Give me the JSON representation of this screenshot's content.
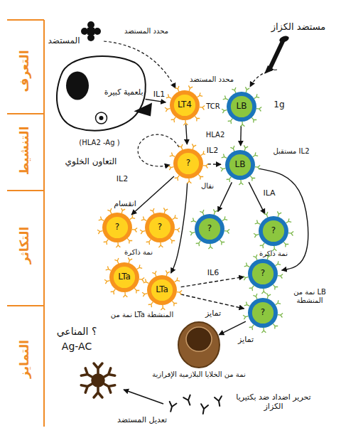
{
  "diagram": {
    "nodes": [
      {
        "text": [
          "بلعمية كبيرة"
        ]
      },
      {
        "text": [
          "LT4"
        ]
      },
      {
        "text": [
          "LB"
        ]
      },
      {
        "text": [
          "?"
        ]
      },
      {
        "text": [
          "LB"
        ]
      },
      {
        "text": [
          "?"
        ]
      },
      {
        "text": [
          "?"
        ]
      },
      {
        "text": [
          "LTa"
        ]
      },
      {
        "text": [
          "LTa"
        ]
      },
      {
        "text": [
          "?"
        ]
      },
      {
        "text": [
          "?"
        ]
      },
      {
        "text": [
          "?"
        ]
      },
      {
        "text": [
          "?"
        ]
      },
      {
        "text": [
          "نمة من الخلايا البلازمية الإفرازية"
        ]
      }
    ],
    "edges": [
      {
        "from": 0,
        "to": 1,
        "label": "IL1",
        "arrow": "to"
      },
      {
        "from": 2,
        "to": 4,
        "arrow": "to"
      },
      {
        "from": 1,
        "to": 3,
        "arrow": "to"
      },
      {
        "from": 3,
        "to": 4,
        "label": "IL2",
        "arrow": "to"
      },
      {
        "from": 3,
        "to": 5,
        "label": "انقسام",
        "arrow": "to"
      },
      {
        "from": 3,
        "to": 8,
        "arrow": "to"
      },
      {
        "from": 4,
        "to": 9,
        "arrow": "to"
      },
      {
        "from": 4,
        "to": 10,
        "label": "ILA",
        "arrow": "to"
      },
      {
        "from": 4,
        "to": 11,
        "arrow": "to"
      },
      {
        "from": 8,
        "to": 11,
        "label": "IL6",
        "arrow": "to"
      },
      {
        "from": 8,
        "to": 12,
        "label": "تمايز",
        "arrow": "to"
      },
      {
        "from": 12,
        "to": 13,
        "label": "تمايز",
        "arrow": "to"
      }
    ],
    "labels": [
      "التعرف",
      "التنشيط",
      "التكاثر",
      "التمايز",
      "المستضد",
      "مستضد الكزاز",
      "محدد المستضد",
      "محدد المستضد",
      "(HLA2 -Ag )",
      "TCR",
      "1g",
      "HLA2",
      "التعاون الخلوي",
      "IL2",
      "مستقبل IL2",
      "نقال",
      "نمة ذاكرة",
      "نمة ذاكرة",
      "نمة من LTa المنشطة",
      "نمة من LB المنشطة",
      "؟ المناعي",
      "Ag-AC",
      "تحرير اضداد ضد بكتيريا الكزاز",
      "تعديل المستضد"
    ]
  }
}
